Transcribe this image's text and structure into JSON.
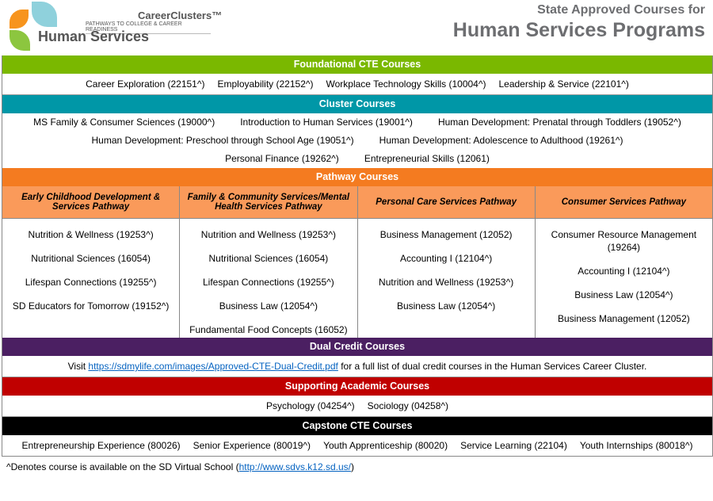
{
  "header": {
    "logo_brand": "CareerClusters™",
    "logo_tagline": "PATHWAYS TO COLLEGE & CAREER READINESS",
    "logo_cluster": "Human Services",
    "title_line1": "State Approved Courses for",
    "title_line2": "Human Services Programs"
  },
  "colors": {
    "foundational": "#7ab800",
    "cluster": "#0097a7",
    "pathway": "#f47b20",
    "pathway_header": "#fa9a5a",
    "dual": "#4b1f62",
    "academic": "#c00000",
    "capstone": "#000000"
  },
  "foundational": {
    "title": "Foundational CTE Courses",
    "courses": [
      "Career Exploration (22151^)",
      "Employability (22152^)",
      "Workplace Technology Skills  (10004^)",
      "Leadership & Service (22101^)"
    ]
  },
  "cluster": {
    "title": "Cluster Courses",
    "rows": [
      [
        "MS Family & Consumer Sciences (19000^)",
        "Introduction to Human Services (19001^)",
        "Human Development: Prenatal through Toddlers (19052^)"
      ],
      [
        "Human Development: Preschool through School Age (19051^)",
        "Human Development: Adolescence to Adulthood (19261^)"
      ],
      [
        "Personal Finance (19262^)",
        "Entrepreneurial Skills (12061)"
      ]
    ]
  },
  "pathway": {
    "title": "Pathway Courses",
    "columns": [
      {
        "name": "Early Childhood Development & Services Pathway",
        "courses": [
          "Nutrition & Wellness (19253^)",
          "Nutritional Sciences (16054)",
          "Lifespan Connections (19255^)",
          "SD Educators for Tomorrow (19152^)"
        ]
      },
      {
        "name": "Family & Community Services/Mental Health Services Pathway",
        "courses": [
          "Nutrition and Wellness (19253^)",
          "Nutritional Sciences (16054)",
          "Lifespan Connections (19255^)",
          "Business Law (12054^)",
          "Fundamental Food Concepts (16052)"
        ]
      },
      {
        "name": "Personal Care Services Pathway",
        "courses": [
          "Business Management (12052)",
          "Accounting I (12104^)",
          "Nutrition and Wellness (19253^)",
          "Business Law (12054^)"
        ]
      },
      {
        "name": "Consumer Services Pathway",
        "courses": [
          "Consumer Resource Management (19264)",
          "Accounting I (12104^)",
          "Business Law (12054^)",
          "Business Management (12052)"
        ]
      }
    ]
  },
  "dual": {
    "title": "Dual Credit Courses",
    "prefix": "Visit ",
    "link": "https://sdmylife.com/images/Approved-CTE-Dual-Credit.pdf",
    "suffix": " for a full list of dual credit courses in the Human Services Career Cluster."
  },
  "academic": {
    "title": "Supporting Academic Courses",
    "courses": [
      "Psychology (04254^)",
      "Sociology (04258^)"
    ]
  },
  "capstone": {
    "title": "Capstone CTE Courses",
    "courses": [
      "Entrepreneurship Experience (80026)",
      "Senior Experience (80019^)",
      "Youth Apprenticeship (80020)",
      "Service Learning (22104)",
      "Youth Internships (80018^)"
    ]
  },
  "footnote": {
    "text": "^Denotes course is available on the SD Virtual School (",
    "link": "http://www.sdvs.k12.sd.us/",
    "close": ")"
  }
}
